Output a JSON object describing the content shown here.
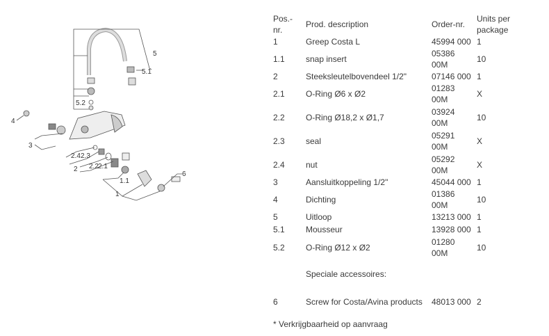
{
  "diagram": {
    "labels": {
      "l5": "5",
      "l51": "5.1",
      "l52": "5.2",
      "l4": "4",
      "l3": "3",
      "l24": "2.4",
      "l23": "2.3",
      "l2": "2",
      "l22": "2.2",
      "l21": "2.1",
      "l11": "1.1",
      "l1": "1",
      "l6": "6"
    }
  },
  "table": {
    "headers": {
      "pos": "Pos.-nr.",
      "desc": "Prod. description",
      "order": "Order-nr.",
      "units": "Units per package"
    },
    "rows": [
      {
        "pos": "1",
        "desc": "Greep Costa L",
        "order": "45994 000",
        "units": "1"
      },
      {
        "pos": "1.1",
        "desc": "snap insert",
        "order": "05386 00M",
        "units": "10"
      },
      {
        "pos": "2",
        "desc": "Steeksleutelbovendeel 1/2\"",
        "order": "07146 000",
        "units": "1"
      },
      {
        "pos": "2.1",
        "desc": "O-Ring Ø6 x Ø2",
        "order": "01283 00M",
        "units": "X"
      },
      {
        "pos": "2.2",
        "desc": "O-Ring Ø18,2 x Ø1,7",
        "order": "03924 00M",
        "units": "10"
      },
      {
        "pos": "2.3",
        "desc": "seal",
        "order": "05291 00M",
        "units": "X"
      },
      {
        "pos": "2.4",
        "desc": "nut",
        "order": "05292 00M",
        "units": "X"
      },
      {
        "pos": "3",
        "desc": "Aansluitkoppeling 1/2\"",
        "order": "45044 000",
        "units": "1"
      },
      {
        "pos": "4",
        "desc": "Dichting",
        "order": "01386 00M",
        "units": "10"
      },
      {
        "pos": "5",
        "desc": "Uitloop",
        "order": "13213 000",
        "units": "1"
      },
      {
        "pos": "5.1",
        "desc": "Mousseur",
        "order": "13928 000",
        "units": "1"
      },
      {
        "pos": "5.2",
        "desc": "O-Ring Ø12 x Ø2",
        "order": "01280 00M",
        "units": "10"
      },
      {
        "pos": "",
        "desc": "Speciale accessoires:",
        "order": "",
        "units": ""
      },
      {
        "pos": "6",
        "desc": "Screw for Costa/Avina products",
        "order": "48013 000",
        "units": "2"
      }
    ],
    "footnote": "* Verkrijgbaarheid op aanvraag"
  }
}
